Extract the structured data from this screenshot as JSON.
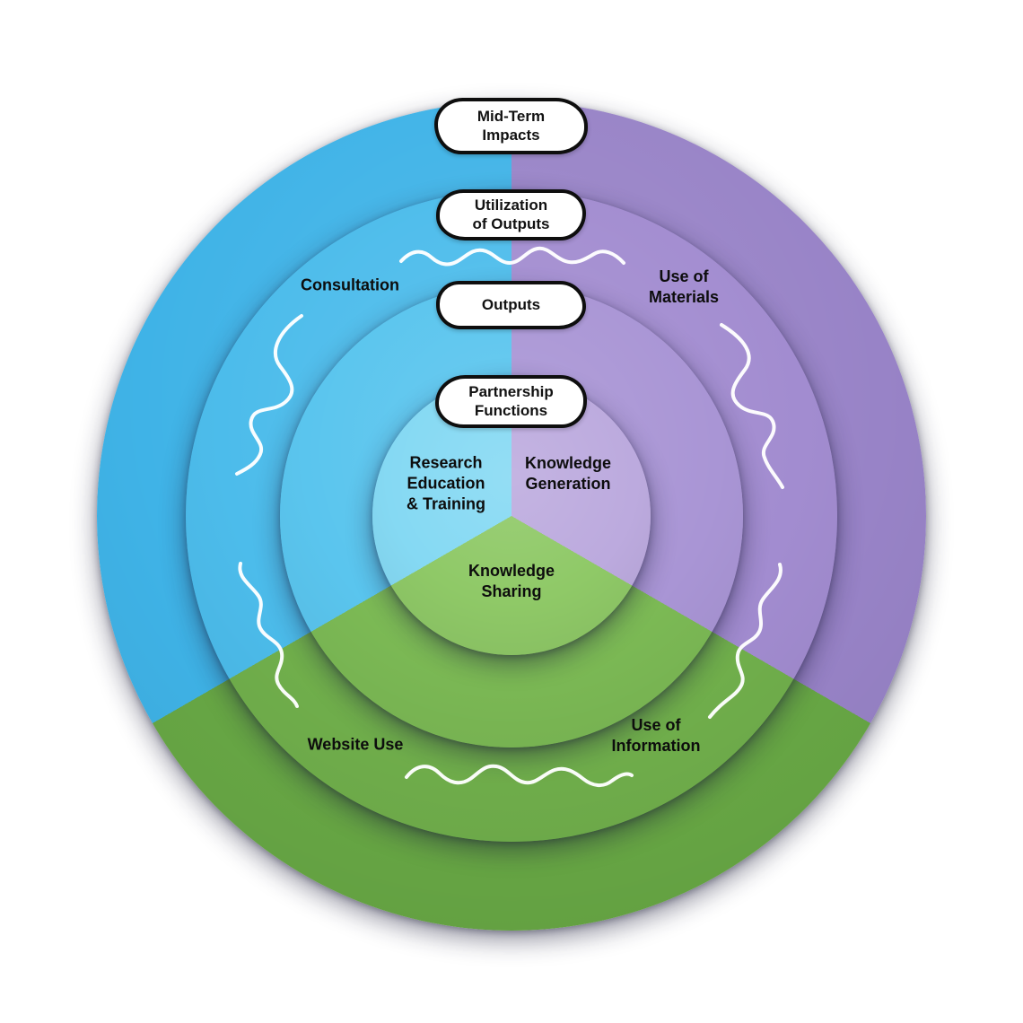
{
  "pills": {
    "mid_term_impacts": "Mid-Term\nImpacts",
    "utilization_of_outputs": "Utilization\nof Outputs",
    "outputs": "Outputs",
    "partnership_functions": "Partnership\nFunctions"
  },
  "ring_labels": {
    "consultation": "Consultation",
    "use_of_materials": "Use of\nMaterials",
    "website_use": "Website Use",
    "use_of_information": "Use of\nInformation"
  },
  "sector_labels": {
    "research_education_training": "Research\nEducation\n& Training",
    "knowledge_generation": "Knowledge\nGeneration",
    "knowledge_sharing": "Knowledge\nSharing"
  },
  "colors": {
    "blue": {
      "outer": "#3fb3e7",
      "ring2": "#4cbceb",
      "ring3": "#5ac5ee",
      "inner": "#85d9f3"
    },
    "purple": {
      "outer": "#9883c7",
      "ring2": "#a28cd0",
      "ring3": "#a995d5",
      "inner": "#bcaade"
    },
    "green": {
      "outer": "#68a845",
      "ring2": "#71b04c",
      "ring3": "#7cba55",
      "inner": "#8fc967"
    }
  }
}
